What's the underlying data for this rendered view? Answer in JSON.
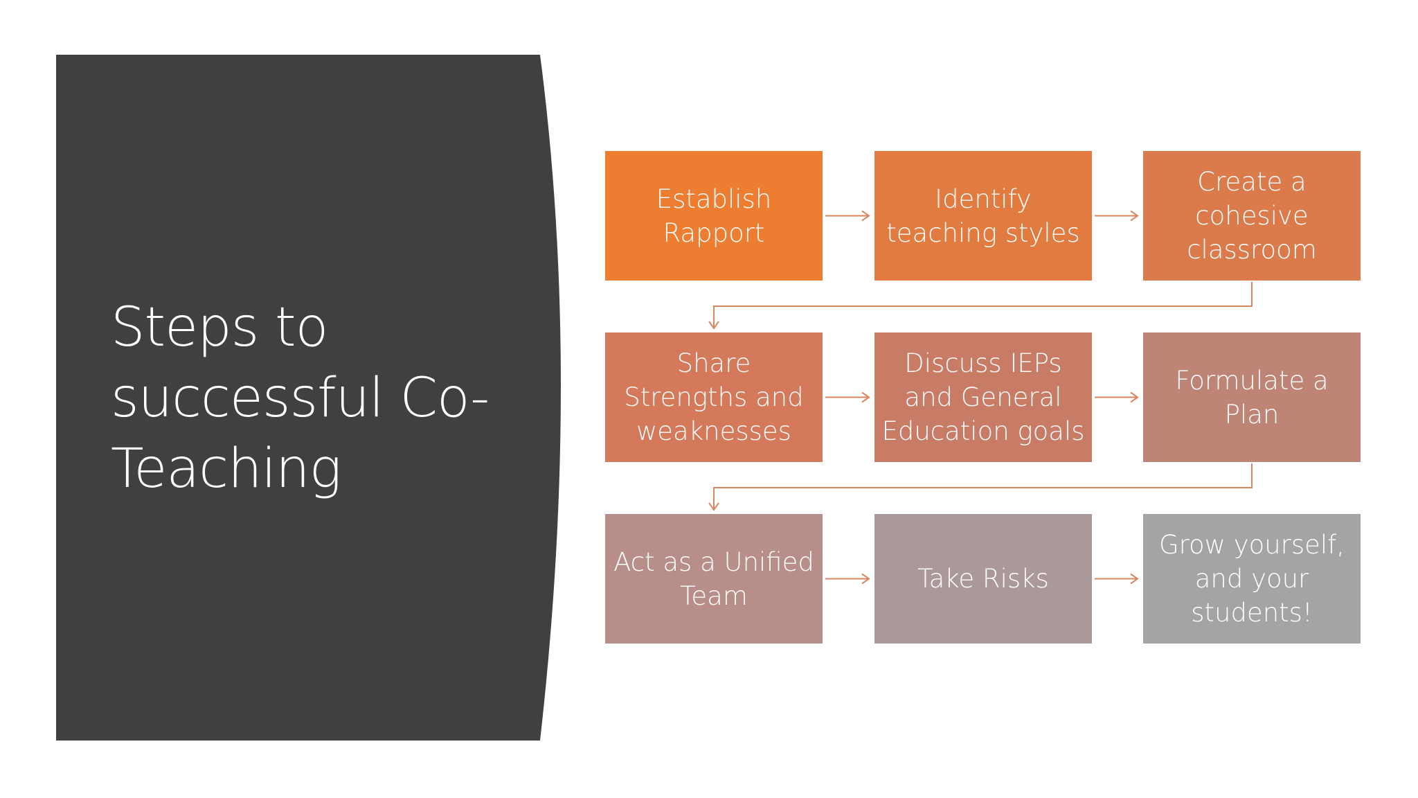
{
  "slide": {
    "title_lines": [
      "Steps to",
      "successful Co-",
      "Teaching"
    ],
    "panel_color": "#404040",
    "connector_color": "#D9865E",
    "steps": [
      {
        "lines": [
          "Establish",
          "Rapport"
        ],
        "color": "#ED7D31"
      },
      {
        "lines": [
          "Identify",
          "teaching styles"
        ],
        "color": "#E27B3F"
      },
      {
        "lines": [
          "Create a",
          "cohesive",
          "classroom"
        ],
        "color": "#DB7A4B"
      },
      {
        "lines": [
          "Share",
          "Strengths and",
          "weaknesses"
        ],
        "color": "#D47A5A"
      },
      {
        "lines": [
          "Discuss IEPs",
          "and General",
          "Education goals"
        ],
        "color": "#C87C66"
      },
      {
        "lines": [
          "Formulate a",
          "Plan"
        ],
        "color": "#BE8476"
      },
      {
        "lines": [
          "Act as a Unified",
          "Team"
        ],
        "color": "#B88E8A"
      },
      {
        "lines": [
          "Take Risks"
        ],
        "color": "#AB9999"
      },
      {
        "lines": [
          "Grow yourself,",
          "and your",
          "students!"
        ],
        "color": "#A4A3A6"
      }
    ]
  }
}
